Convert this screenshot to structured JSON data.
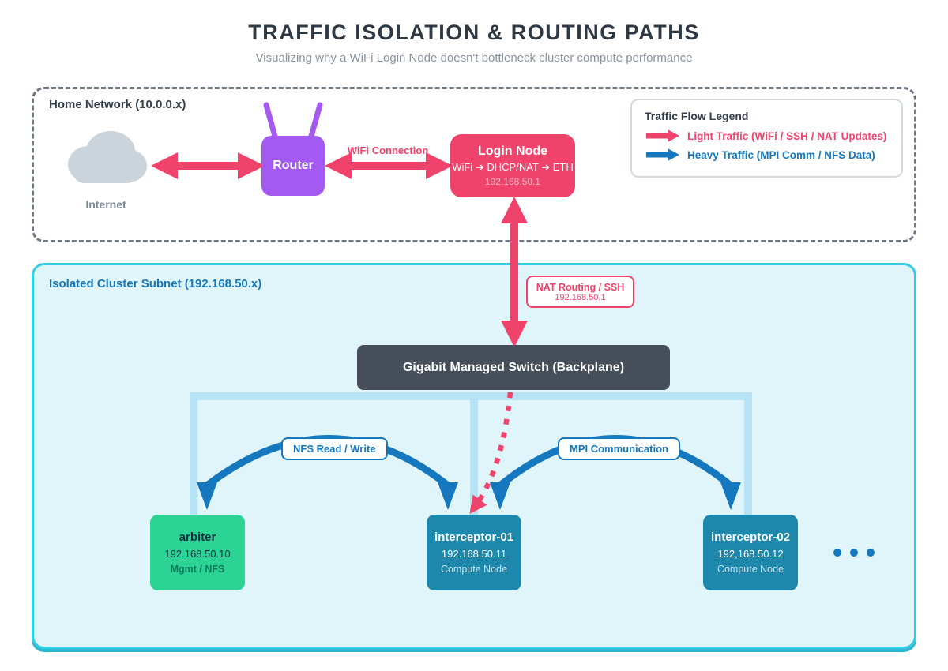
{
  "title": "TRAFFIC ISOLATION & ROUTING PATHS",
  "subtitle": "Visualizing why a WiFi Login Node doesn't bottleneck cluster compute performance",
  "colors": {
    "light_traffic_pink": "#F0436C",
    "heavy_traffic_blue": "#1578BE",
    "router_purple": "#A45AF0",
    "arbiter_green": "#2BD494",
    "compute_teal": "#1E87AC",
    "switch_dark": "#464E59",
    "cluster_border_cyan": "#33CEE4",
    "cluster_fill": "#DFF5F9",
    "bus_light_blue": "#B6E4F6",
    "cloud_gray": "#CBD3DB"
  },
  "home_network": {
    "label": "Home Network (10.0.0.x)",
    "internet_label": "Internet",
    "router_label": "Router",
    "wifi_connection_label": "WiFi Connection",
    "login_node": {
      "title": "Login Node",
      "path": "WiFi ➔ DHCP/NAT ➔ ETH",
      "ip": "192.168.50.1"
    }
  },
  "legend": {
    "title": "Traffic Flow Legend",
    "items": [
      {
        "label": "Light Traffic (WiFi / SSH / NAT Updates)"
      },
      {
        "label": "Heavy Traffic (MPI Comm / NFS Data)"
      }
    ]
  },
  "nat_badge": {
    "title": "NAT Routing / SSH",
    "ip": "192.168.50.1"
  },
  "cluster": {
    "label": "Isolated Cluster Subnet (192.168.50.x)",
    "switch_label": "Gigabit Managed Switch (Backplane)",
    "flow_labels": {
      "nfs": "NFS Read / Write",
      "mpi": "MPI Communication"
    },
    "nodes": [
      {
        "name": "arbiter",
        "ip": "192.168.50.10",
        "role": "Mgmt / NFS"
      },
      {
        "name": "interceptor-01",
        "ip": "192.168.50.11",
        "role": "Compute Node"
      },
      {
        "name": "interceptor-02",
        "ip": "192,168.50.12",
        "role": "Compute Node"
      }
    ]
  }
}
